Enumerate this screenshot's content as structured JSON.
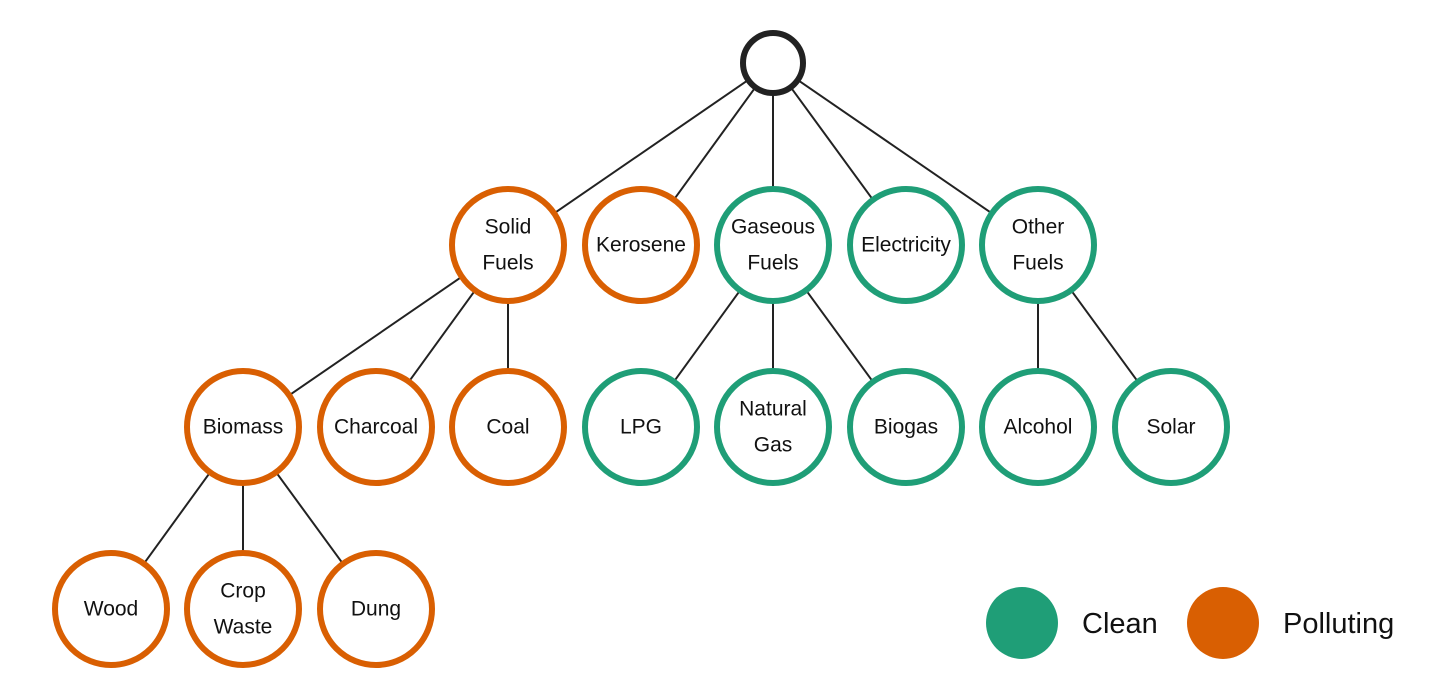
{
  "colors": {
    "clean": "#1f9e77",
    "polluting": "#d95f02",
    "root": "#222222",
    "edge": "#222222"
  },
  "root": {
    "id": "root",
    "label": ""
  },
  "nodes": [
    {
      "id": "solid-fuels",
      "lines": [
        "Solid",
        "Fuels"
      ],
      "category": "polluting",
      "parent": "root"
    },
    {
      "id": "kerosene",
      "lines": [
        "Kerosene"
      ],
      "category": "polluting",
      "parent": "root"
    },
    {
      "id": "gaseous-fuels",
      "lines": [
        "Gaseous",
        "Fuels"
      ],
      "category": "clean",
      "parent": "root"
    },
    {
      "id": "electricity",
      "lines": [
        "Electricity"
      ],
      "category": "clean",
      "parent": "root"
    },
    {
      "id": "other-fuels",
      "lines": [
        "Other",
        "Fuels"
      ],
      "category": "clean",
      "parent": "root"
    },
    {
      "id": "biomass",
      "lines": [
        "Biomass"
      ],
      "category": "polluting",
      "parent": "solid-fuels"
    },
    {
      "id": "charcoal",
      "lines": [
        "Charcoal"
      ],
      "category": "polluting",
      "parent": "solid-fuels"
    },
    {
      "id": "coal",
      "lines": [
        "Coal"
      ],
      "category": "polluting",
      "parent": "solid-fuels"
    },
    {
      "id": "lpg",
      "lines": [
        "LPG"
      ],
      "category": "clean",
      "parent": "gaseous-fuels"
    },
    {
      "id": "natural-gas",
      "lines": [
        "Natural",
        "Gas"
      ],
      "category": "clean",
      "parent": "gaseous-fuels"
    },
    {
      "id": "biogas",
      "lines": [
        "Biogas"
      ],
      "category": "clean",
      "parent": "gaseous-fuels"
    },
    {
      "id": "alcohol",
      "lines": [
        "Alcohol"
      ],
      "category": "clean",
      "parent": "other-fuels"
    },
    {
      "id": "solar",
      "lines": [
        "Solar"
      ],
      "category": "clean",
      "parent": "other-fuels"
    },
    {
      "id": "wood",
      "lines": [
        "Wood"
      ],
      "category": "polluting",
      "parent": "biomass"
    },
    {
      "id": "crop-waste",
      "lines": [
        "Crop",
        "Waste"
      ],
      "category": "polluting",
      "parent": "biomass"
    },
    {
      "id": "dung",
      "lines": [
        "Dung"
      ],
      "category": "polluting",
      "parent": "biomass"
    }
  ],
  "legend": {
    "clean_label": "Clean",
    "polluting_label": "Polluting"
  }
}
